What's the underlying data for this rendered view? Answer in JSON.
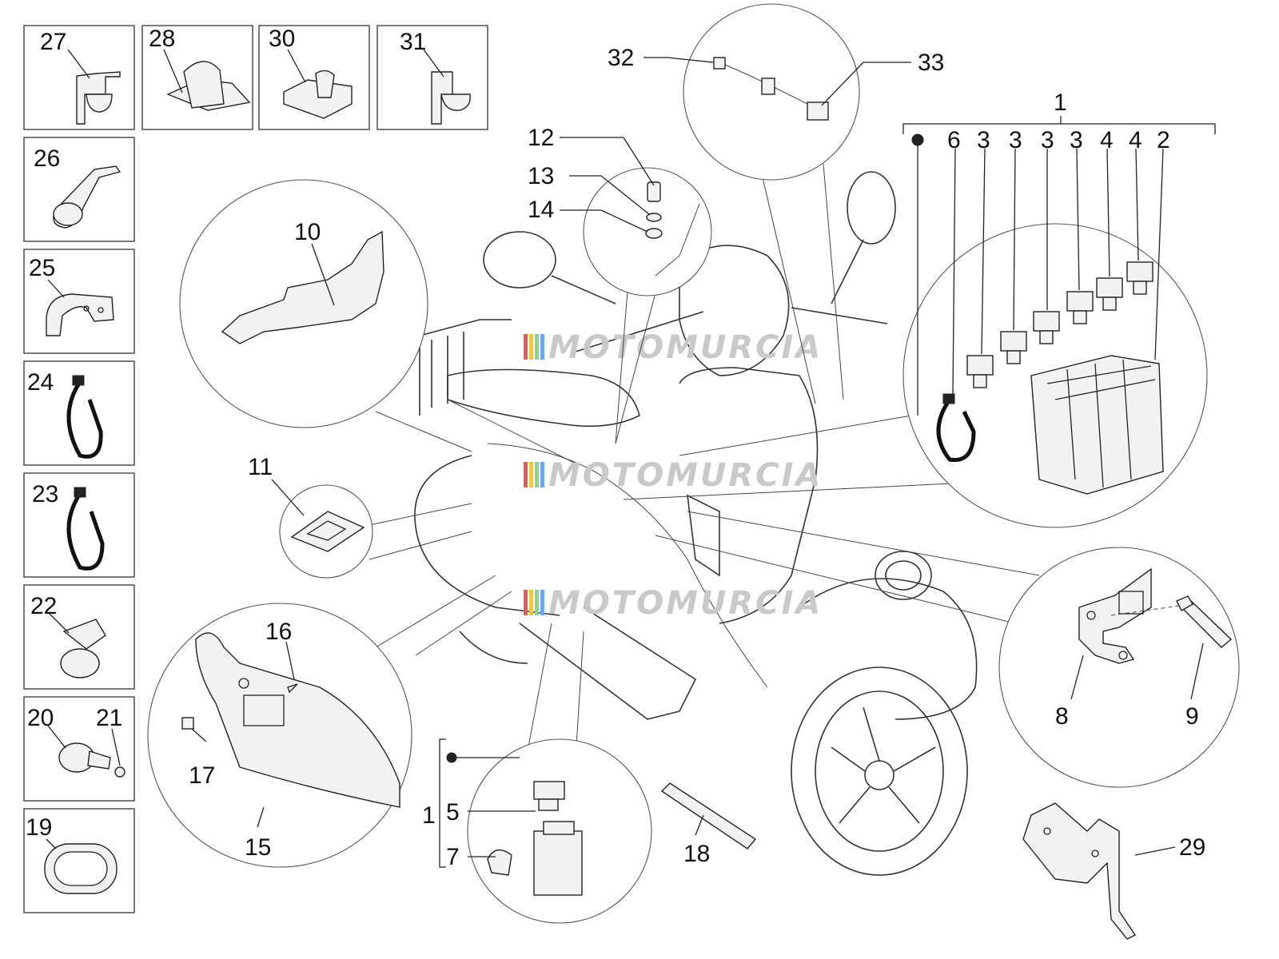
{
  "watermark": "MOTOMURCIA",
  "callouts": {
    "n1": "1",
    "n2": "2",
    "n3": "3",
    "n4": "4",
    "n5": "5",
    "n6": "6",
    "n7": "7",
    "n8": "8",
    "n9": "9",
    "n10": "10",
    "n11": "11",
    "n12": "12",
    "n13": "13",
    "n14": "14",
    "n15": "15",
    "n16": "16",
    "n17": "17",
    "n18": "18",
    "n19": "19",
    "n20": "20",
    "n21": "21",
    "n22": "22",
    "n23": "23",
    "n24": "24",
    "n25": "25",
    "n26": "26",
    "n27": "27",
    "n28": "28",
    "n29": "29",
    "n30": "30",
    "n31": "31",
    "n32": "32",
    "n33": "33"
  },
  "colors": {
    "line": "#222222",
    "watermark_bars": [
      "#e25b5b",
      "#f1c44a",
      "#8fd08a",
      "#6aa6e8"
    ]
  }
}
